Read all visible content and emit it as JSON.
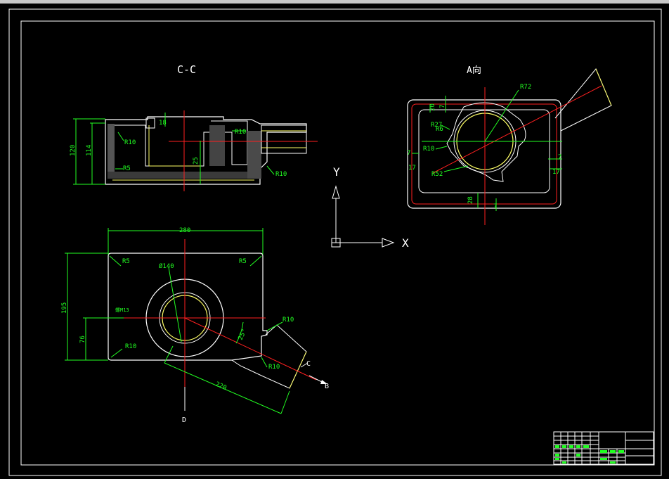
{
  "views": {
    "section_title": "C-C",
    "view_a_title": "A向"
  },
  "section_view": {
    "dims": {
      "height_120": "120",
      "height_114": "114",
      "d18": "18",
      "r10_top": "R10",
      "r10_left": "R10",
      "r5": "R5",
      "d25": "25",
      "r10_outlet": "R10"
    }
  },
  "view_a": {
    "dims": {
      "r72": "R72",
      "d20": "20",
      "d7_top": "7",
      "r27": "R27",
      "r6": "R6",
      "r10": "R10",
      "d7_left": "7",
      "d17_left": "17",
      "r52": "R52",
      "d7_right": "7",
      "d17_right": "17",
      "d28": "28",
      "d7_bottom": "7"
    }
  },
  "plan_view": {
    "dims": {
      "width_280": "280",
      "r5_left": "R5",
      "r5_right": "R5",
      "dia_140": "Ø140",
      "height_195": "195",
      "height_76": "76",
      "note": "螺M13",
      "r10_left": "R10",
      "r10_right": "R10",
      "r10_bottom": "R10",
      "angle_25": "25°",
      "length_220": "220"
    },
    "markers": {
      "b": "B",
      "c": "C",
      "d": "D"
    }
  },
  "ucs": {
    "x": "X",
    "y": "Y"
  },
  "colors": {
    "background": "#000000",
    "outline": "#ffffff",
    "dimension": "#22ff22",
    "centerline": "#ff2020",
    "hidden": "#ffff66"
  }
}
